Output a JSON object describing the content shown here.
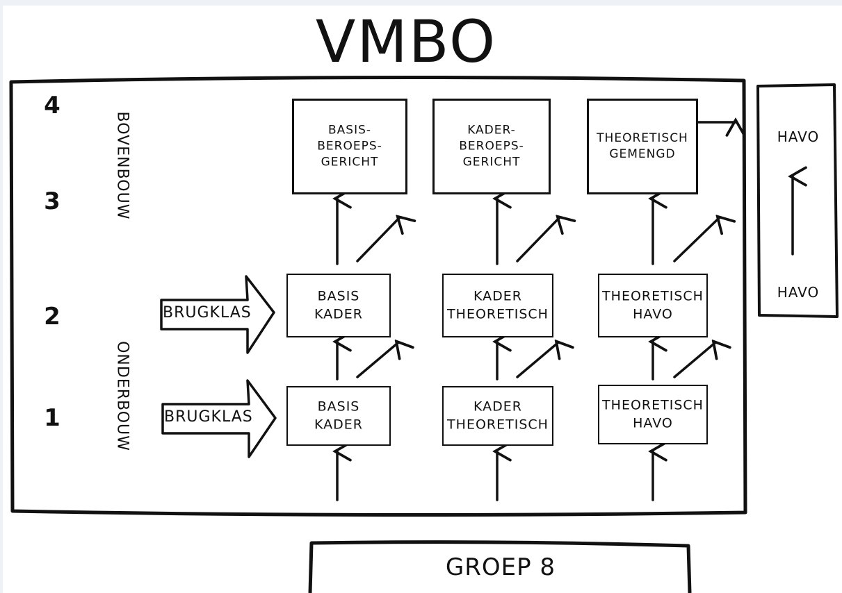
{
  "title": "VMBO",
  "years": [
    "4",
    "3",
    "2",
    "1"
  ],
  "sections": {
    "upper": "BOVENBOUW",
    "lower": "ONDERBOUW"
  },
  "brugklas": "BRUGKLAS",
  "upper_boxes": [
    "BASIS-\nBEROEPS-\nGERICHT",
    "KADER-\nBEROEPS-\nGERICHT",
    "THEORETISCH\nGEMENGD"
  ],
  "year2_boxes": [
    "BASIS\nKADER",
    "KADER\nTHEORETISCH",
    "THEORETISCH\nHAVO"
  ],
  "year1_boxes": [
    "BASIS\nKADER",
    "KADER\nTHEORETISCH",
    "THEORETISCH\nHAVO"
  ],
  "havo": {
    "top": "HAVO",
    "bottom": "HAVO"
  },
  "bottom": "GROEP 8"
}
